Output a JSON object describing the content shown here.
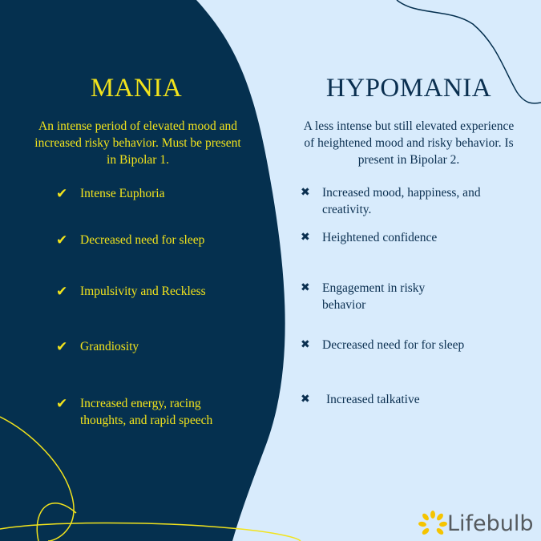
{
  "colors": {
    "navy": "#05304f",
    "light": "#d8ebfc",
    "yellow": "#f2e31c"
  },
  "mania": {
    "title": "MANIA",
    "description": "An intense period of elevated mood and increased risky behavior. Must be present in Bipolar 1.",
    "icon": "check-icon",
    "items": [
      "Intense Euphoria",
      "Decreased need for sleep",
      "Impulsivity and Reckless",
      "Grandiosity",
      "Increased energy, racing thoughts, and rapid speech"
    ]
  },
  "hypomania": {
    "title": "HYPOMANIA",
    "description": "A less intense but still elevated experience of heightened mood and risky behavior. Is present in Bipolar 2.",
    "icon": "x-icon",
    "items": [
      "Increased mood, happiness, and creativity.",
      "Heightened confidence",
      "Engagement in risky behavior",
      "Decreased need for for sleep",
      "Increased talkative"
    ]
  },
  "logo": {
    "text": "Lifebulb"
  }
}
